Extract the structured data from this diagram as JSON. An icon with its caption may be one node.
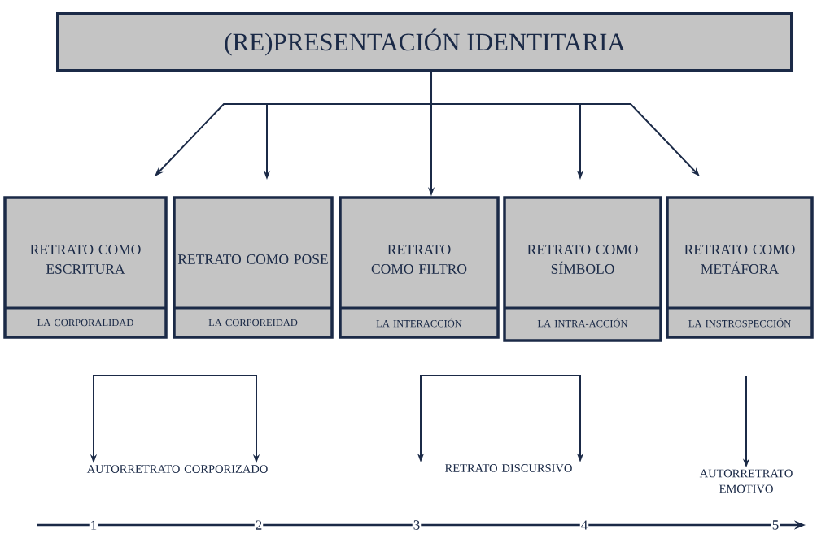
{
  "diagram": {
    "nodes": [
      {
        "text": [
          "(RE)PRESENTACIÓN IDENTITARIA"
        ]
      },
      {
        "text": [
          "RETRATO COMO ESCRITURA",
          "LA CORPORALIDAD"
        ]
      },
      {
        "text": [
          "RETRATO COMO POSE",
          "LA CORPOREIDAD"
        ]
      },
      {
        "text": [
          "RETRATO COMO FILTRO",
          "LA INTERACCIÓN"
        ]
      },
      {
        "text": [
          "RETRATO COMO SÍMBOLO",
          "LA INTRA-ACCIÓN"
        ]
      },
      {
        "text": [
          "RETRATO COMO METÁFORA",
          "LA INSTROSPECCIÓN"
        ]
      },
      {
        "text": [
          "AUTORRETRATO CORPORIZADO"
        ]
      },
      {
        "text": [
          "RETRATO DISCURSIVO"
        ]
      },
      {
        "text": [
          "AUTORRETRATO EMOTIVO"
        ]
      }
    ],
    "edges": [
      {
        "from": 0,
        "to": 1,
        "arrow": "to"
      },
      {
        "from": 0,
        "to": 2,
        "arrow": "to"
      },
      {
        "from": 0,
        "to": 3,
        "arrow": "to"
      },
      {
        "from": 0,
        "to": 4,
        "arrow": "to"
      },
      {
        "from": 0,
        "to": 5,
        "arrow": "to"
      },
      {
        "from": null,
        "to": 6,
        "arrow": "to"
      },
      {
        "from": null,
        "to": 6,
        "arrow": "to"
      },
      {
        "from": null,
        "to": 7,
        "arrow": "to"
      },
      {
        "from": null,
        "to": 7,
        "arrow": "to"
      },
      {
        "from": null,
        "to": 8,
        "arrow": "to"
      }
    ],
    "labels": [
      "1",
      "2",
      "3",
      "4",
      "5"
    ]
  }
}
